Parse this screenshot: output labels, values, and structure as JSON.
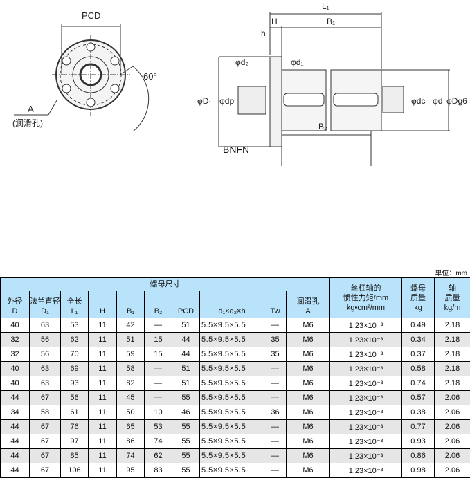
{
  "diagram": {
    "front_labels": {
      "pcd": "PCD",
      "a": "A",
      "lube": "(润滑孔)",
      "angle": "60°"
    },
    "side_labels": {
      "l1": "L₁",
      "h_cap": "H",
      "b1": "B₁",
      "h": "h",
      "d2": "φd₂",
      "d1": "φd₁",
      "D1": "φD₁",
      "dp": "φdp",
      "dc": "φdc",
      "d": "φd",
      "dg6": "φDg6",
      "b2": "B₂"
    },
    "caption": "BNFN"
  },
  "unit": "单位：mm",
  "table": {
    "group_header": "螺母尺寸",
    "inertia_header": [
      "丝杠轴的",
      "惯性力矩/mm",
      "kg•cm²/mm"
    ],
    "nut_mass_header": [
      "螺母",
      "质量",
      "kg"
    ],
    "shaft_mass_header": [
      "轴",
      "质量",
      "kg/m"
    ],
    "columns": [
      [
        "外径",
        "D"
      ],
      [
        "法兰直径",
        "D₁"
      ],
      [
        "全长",
        "L₁"
      ],
      [
        "",
        "H"
      ],
      [
        "",
        "B₁"
      ],
      [
        "",
        "B₂"
      ],
      [
        "",
        "PCD"
      ],
      [
        "",
        "d₁×d₂×h"
      ],
      [
        "",
        "Tw"
      ],
      [
        "润滑孔",
        "A"
      ]
    ],
    "rows": [
      [
        "40",
        "63",
        "53",
        "11",
        "42",
        "—",
        "51",
        "5.5×9.5×5.5",
        "—",
        "M6",
        "1.23×10⁻³",
        "0.49",
        "2.18"
      ],
      [
        "32",
        "56",
        "62",
        "11",
        "51",
        "15",
        "44",
        "5.5×9.5×5.5",
        "35",
        "M6",
        "1.23×10⁻³",
        "0.34",
        "2.18"
      ],
      [
        "32",
        "56",
        "70",
        "11",
        "59",
        "15",
        "44",
        "5.5×9.5×5.5",
        "35",
        "M6",
        "1.23×10⁻³",
        "0.37",
        "2.18"
      ],
      [
        "40",
        "63",
        "69",
        "11",
        "58",
        "—",
        "51",
        "5.5×9.5×5.5",
        "—",
        "M6",
        "1.23×10⁻³",
        "0.58",
        "2.18"
      ],
      [
        "40",
        "63",
        "93",
        "11",
        "82",
        "—",
        "51",
        "5.5×9.5×5.5",
        "—",
        "M6",
        "1.23×10⁻³",
        "0.74",
        "2.18"
      ],
      [
        "44",
        "67",
        "56",
        "11",
        "45",
        "—",
        "55",
        "5.5×9.5×5.5",
        "—",
        "M6",
        "1.23×10⁻³",
        "0.57",
        "2.06"
      ],
      [
        "34",
        "58",
        "61",
        "11",
        "50",
        "10",
        "46",
        "5.5×9.5×5.5",
        "36",
        "M6",
        "1.23×10⁻³",
        "0.38",
        "2.06"
      ],
      [
        "44",
        "67",
        "76",
        "11",
        "65",
        "53",
        "55",
        "5.5×9.5×5.5",
        "—",
        "M6",
        "1.23×10⁻³",
        "0.77",
        "2.06"
      ],
      [
        "44",
        "67",
        "97",
        "11",
        "86",
        "74",
        "55",
        "5.5×9.5×5.5",
        "—",
        "M6",
        "1.23×10⁻³",
        "0.93",
        "2.06"
      ],
      [
        "44",
        "67",
        "85",
        "11",
        "74",
        "62",
        "55",
        "5.5×9.5×5.5",
        "—",
        "M6",
        "1.23×10⁻³",
        "0.86",
        "2.06"
      ],
      [
        "44",
        "67",
        "106",
        "11",
        "95",
        "83",
        "55",
        "5.5×9.5×5.5",
        "—",
        "M6",
        "1.23×10⁻³",
        "0.98",
        "2.06"
      ]
    ]
  }
}
